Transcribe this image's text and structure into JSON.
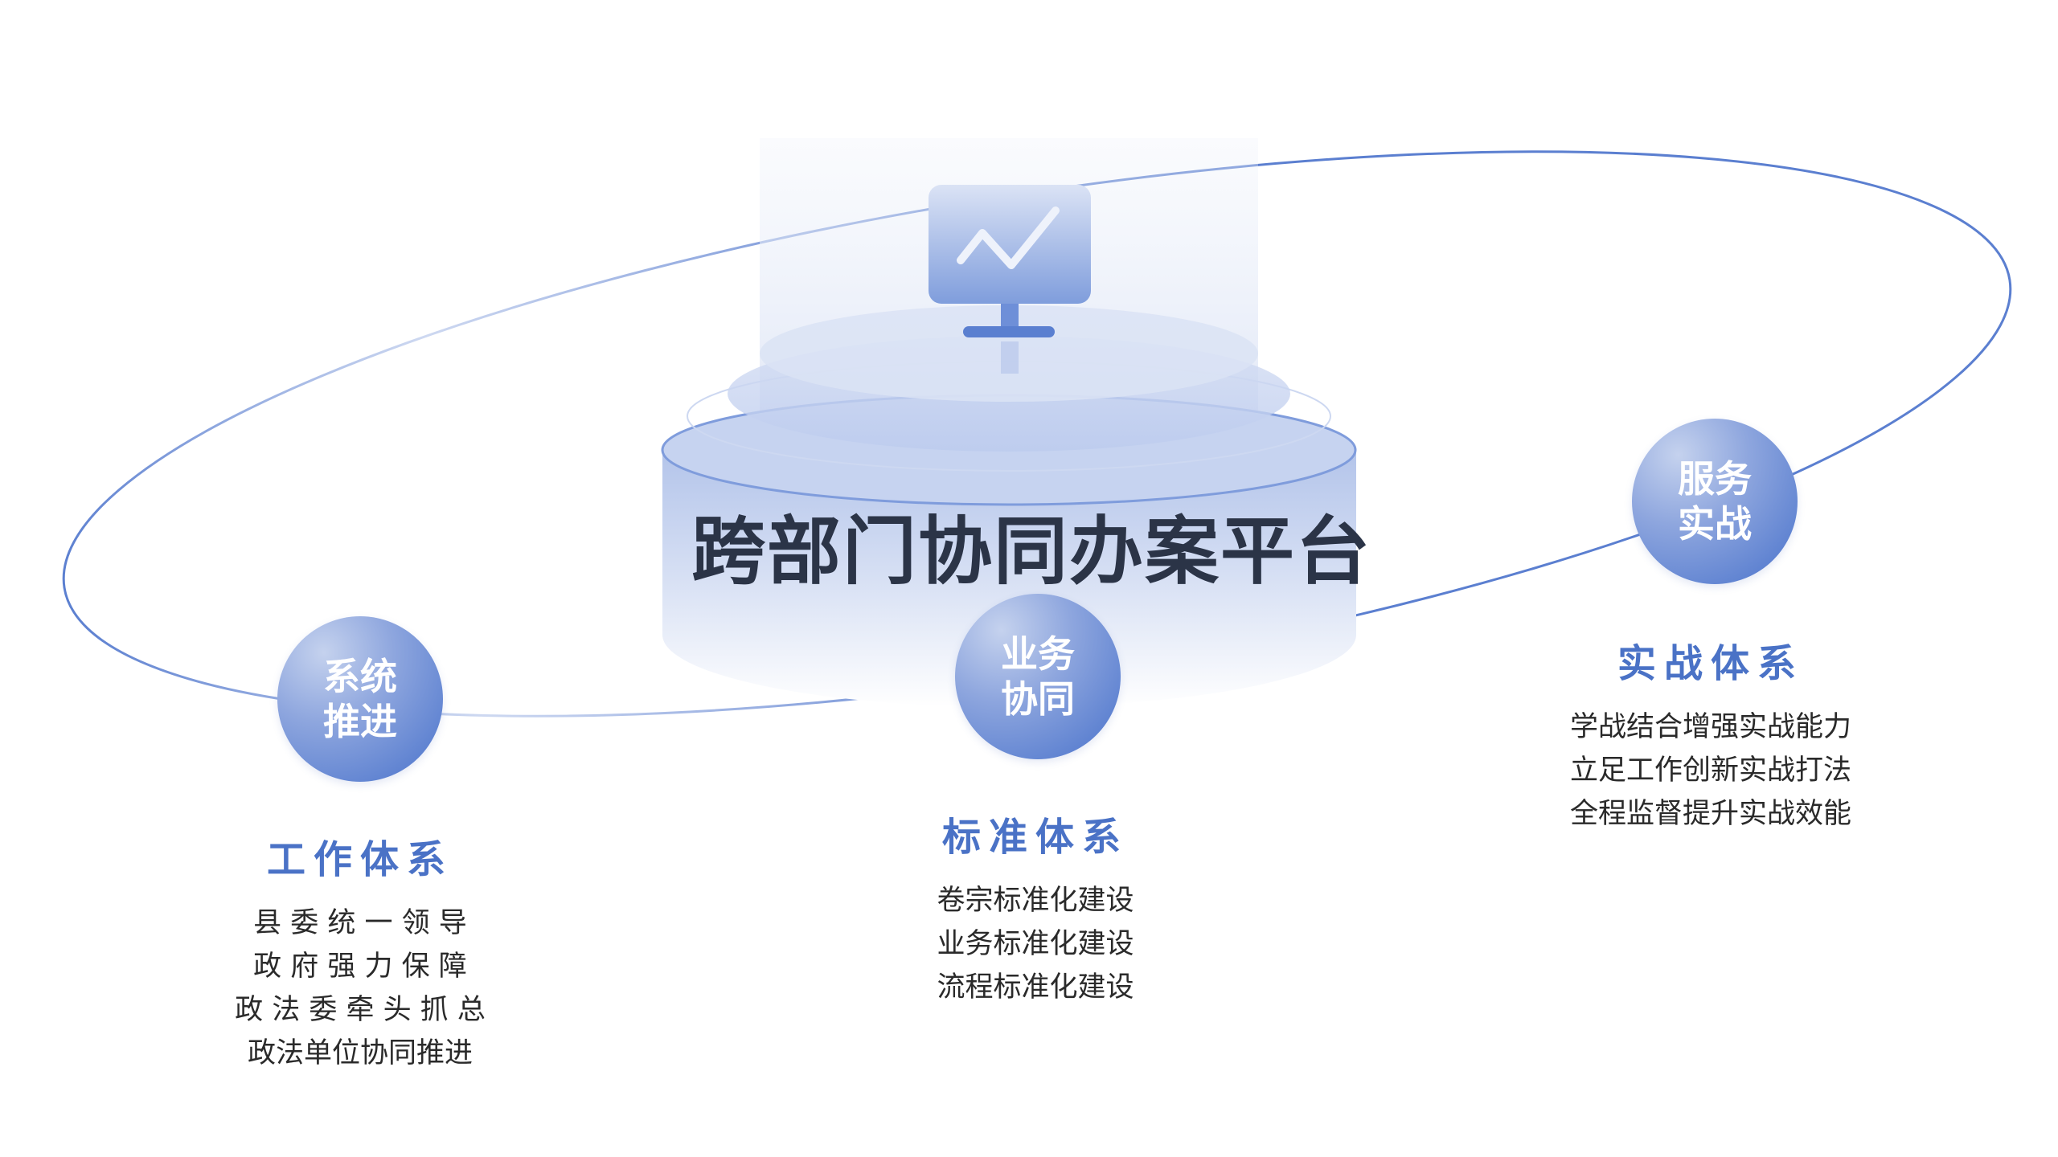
{
  "title": "跨部门协同办案平台",
  "icon": "monitor-chart-icon",
  "colors": {
    "accent": "#4a72c6",
    "title": "#2b3447",
    "line": "#5b7fd0"
  },
  "nodes": [
    {
      "label_lines": [
        "系统",
        "推进"
      ],
      "section_title": "工作体系",
      "lines": [
        "县 委 统 一 领 导",
        "政 府 强 力 保 障",
        "政 法 委 牵 头 抓 总",
        "政法单位协同推进"
      ]
    },
    {
      "label_lines": [
        "业务",
        "协同"
      ],
      "section_title": "标准体系",
      "lines": [
        "卷宗标准化建设",
        "业务标准化建设",
        "流程标准化建设"
      ]
    },
    {
      "label_lines": [
        "服务",
        "实战"
      ],
      "section_title": "实战体系",
      "lines": [
        "学战结合增强实战能力",
        "立足工作创新实战打法",
        "全程监督提升实战效能"
      ]
    }
  ]
}
